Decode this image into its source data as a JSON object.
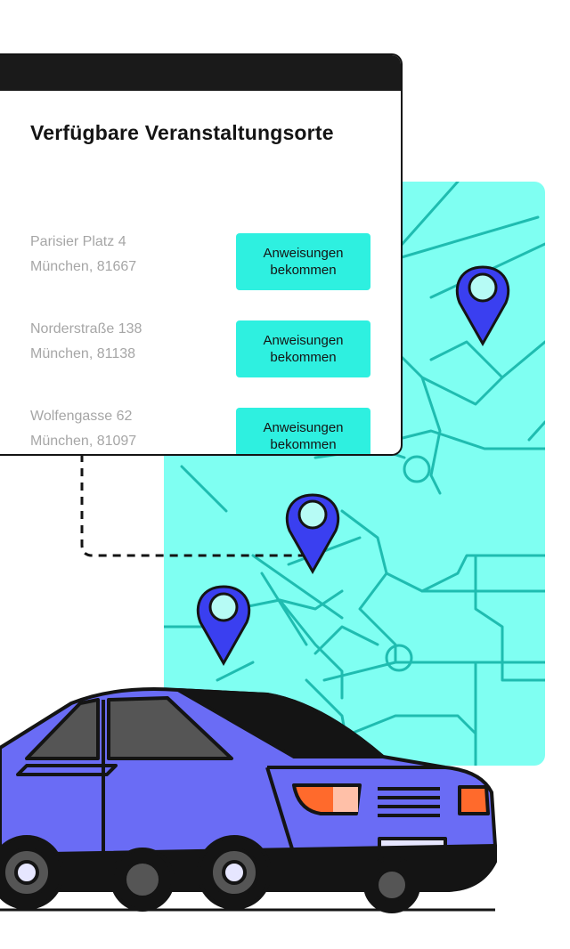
{
  "window": {
    "title": "Verfügbare Veranstaltungsorte",
    "venues": [
      {
        "address": "Parisier Platz 4",
        "city": "München, 81667",
        "button_label": "Anweisungen bekommen"
      },
      {
        "address": "Norderstraße 138",
        "city": "München, 81138",
        "button_label": "Anweisungen bekommen"
      },
      {
        "address": "Wolfengasse 62",
        "city": "München, 81097",
        "button_label": "Anweisungen bekommen"
      }
    ]
  },
  "colors": {
    "map_background": "#7ffff2",
    "map_roads": "#1fbcb0",
    "pin": "#3a3ff0",
    "button": "#2ef0e0",
    "car_body": "#6a6cf5",
    "outline": "#141414"
  },
  "icons": [
    "map-pin-icon",
    "car-illustration"
  ]
}
